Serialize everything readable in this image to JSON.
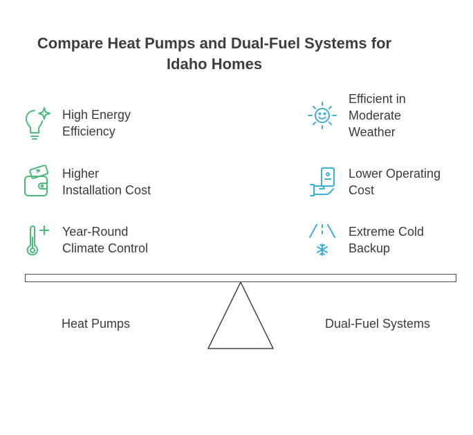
{
  "title": {
    "line1": "Compare Heat Pumps and Dual-Fuel Systems for",
    "line2": "Idaho Homes"
  },
  "left_items": [
    {
      "icon": "lightbulb-sparkle-icon",
      "line1": "High Energy",
      "line2": "Efficiency"
    },
    {
      "icon": "wallet-money-icon",
      "line1": "Higher",
      "line2": "Installation Cost"
    },
    {
      "icon": "thermometer-plus-icon",
      "line1": "Year-Round",
      "line2": "Climate Control"
    }
  ],
  "right_items": [
    {
      "icon": "smiling-sun-icon",
      "line1": "Efficient in",
      "line2": "Moderate",
      "line3": "Weather"
    },
    {
      "icon": "hand-holding-phone-icon",
      "line1": "Lower Operating",
      "line2": "Cost"
    },
    {
      "icon": "snowflake-cold-icon",
      "line1": "Extreme Cold",
      "line2": "Backup"
    }
  ],
  "left_label": "Heat Pumps",
  "right_label": "Dual-Fuel Systems",
  "colors": {
    "left_icons": "#4cb87a",
    "right_icons": "#3ab0d2",
    "text": "#3a3a3a",
    "balance": "#444444"
  }
}
